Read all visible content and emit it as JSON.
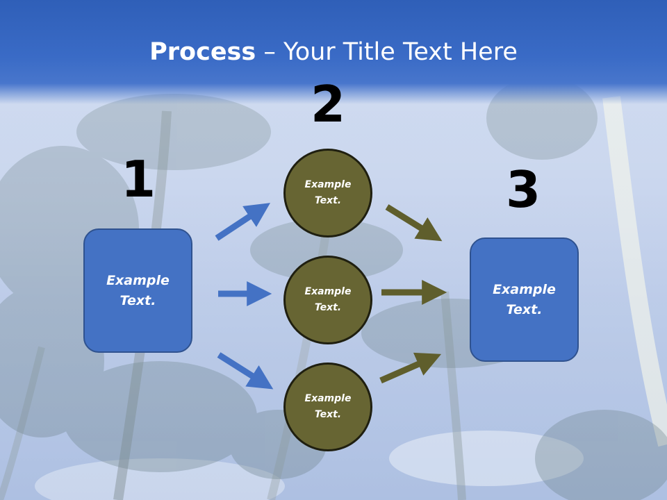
{
  "title": {
    "bold": "Process",
    "rest": " – Your Title Text Here"
  },
  "steps": {
    "one": {
      "number": "1",
      "box_text": "Example\nText."
    },
    "two": {
      "number": "2",
      "circles": [
        "Example\nText.",
        "Example\nText.",
        "Example\nText."
      ]
    },
    "three": {
      "number": "3",
      "box_text": "Example\nText."
    }
  },
  "colors": {
    "box_fill": "#4472c4",
    "circle_fill": "#676533",
    "arrow_blue": "#4472c4",
    "arrow_olive": "#5f5e2c",
    "title_bar": "#3a6bc6"
  }
}
